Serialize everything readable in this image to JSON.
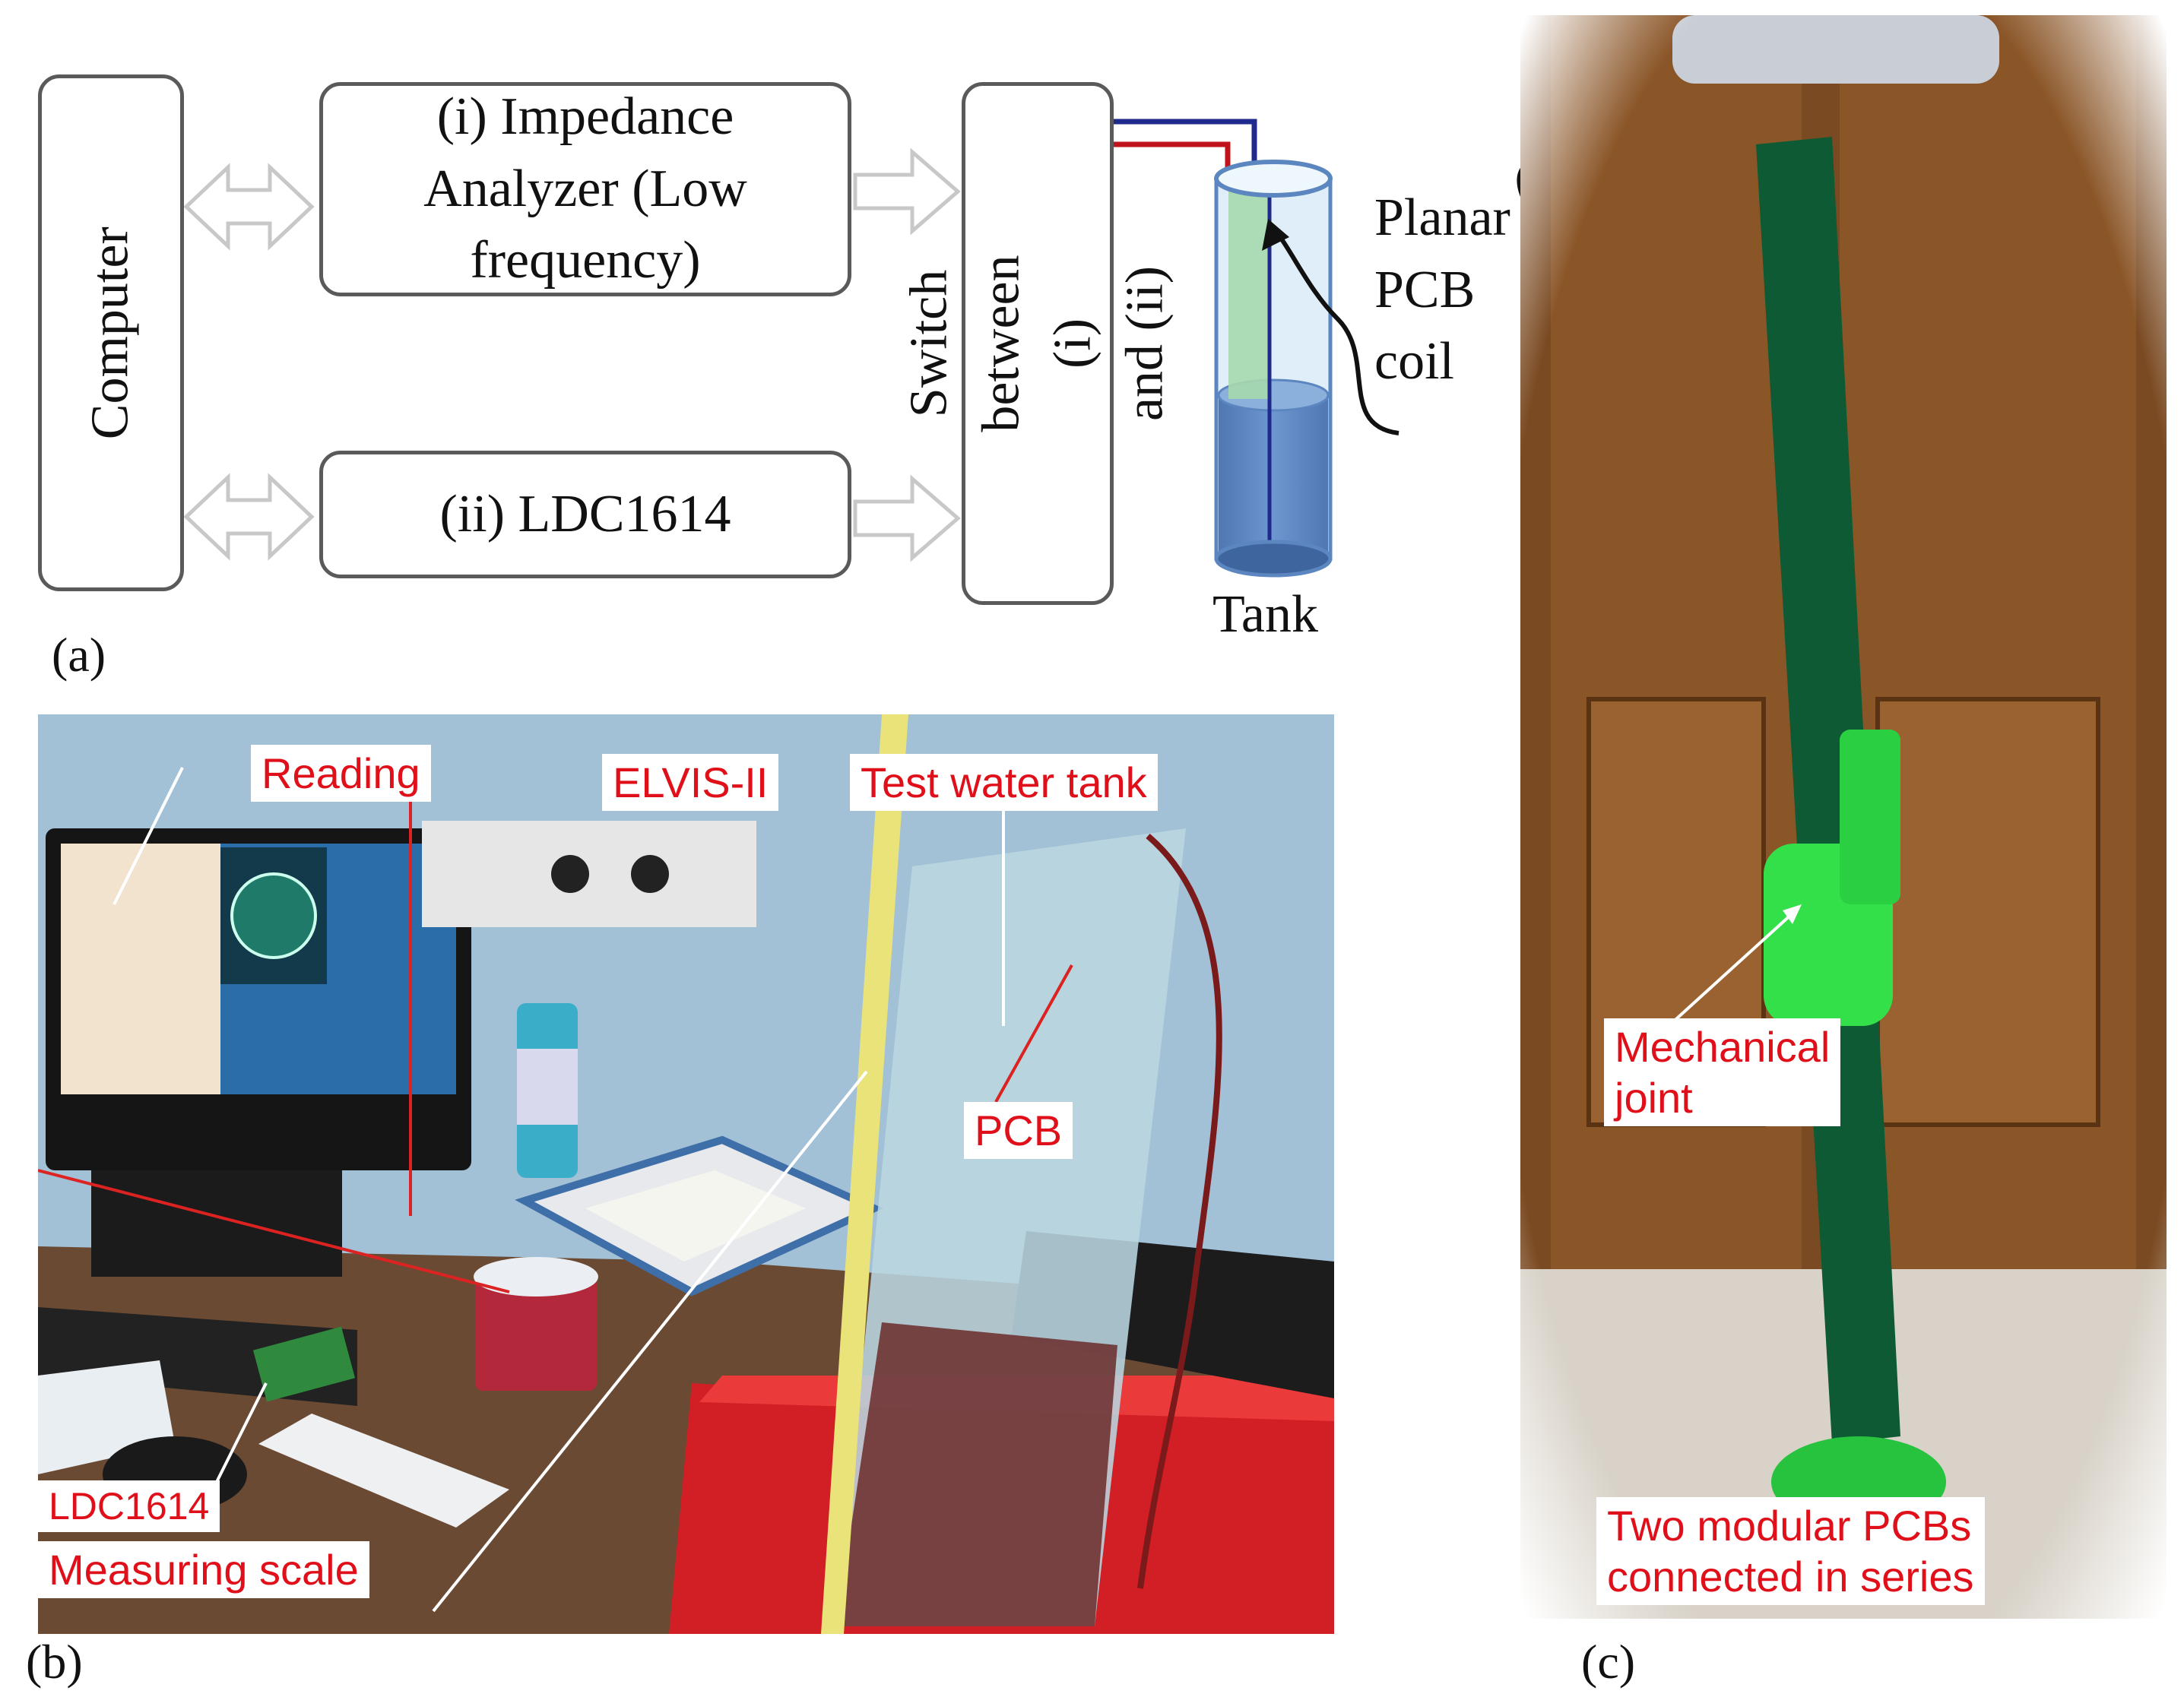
{
  "panel_a": {
    "label": "(a)",
    "computer": "Computer",
    "impedance_analyzer": "(i) Impedance\nAnalyzer (Low\nfrequency)",
    "ldc": "(ii) LDC1614",
    "switch": "Switch between (i)\nand (ii)",
    "coil_label": "Planar\nPCB\ncoil",
    "tank_label": "Tank",
    "colors": {
      "wire_blue": "#1f2a8c",
      "wire_red": "#c0121a",
      "water": "#5b86bf",
      "coil": "#8fcf9a"
    }
  },
  "panel_b": {
    "label": "(b)",
    "tags": {
      "reading": "Reading",
      "elvis": "ELVIS-II",
      "test_tank": "Test water tank",
      "pcb": "PCB",
      "ldc": "LDC1614",
      "scale": "Measuring scale"
    }
  },
  "panel_c": {
    "label": "(c)",
    "tags": {
      "joint": "Mechanical\njoint",
      "modular": "Two modular PCBs\nconnected in series"
    }
  }
}
